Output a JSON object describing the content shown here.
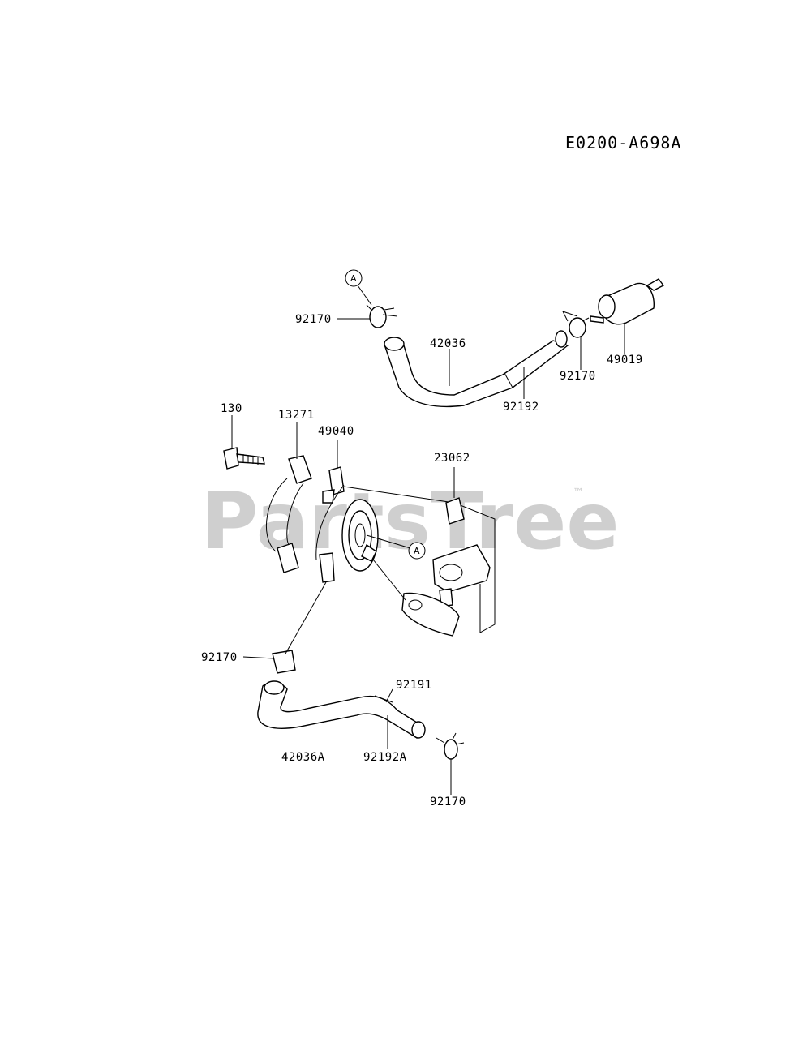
{
  "diagram_code": "E0200-A698A",
  "watermark": "PartsTree",
  "watermark_mark": "™",
  "reference_marker": "A",
  "callouts": {
    "clamp_top_left": "92170",
    "hose_top": "42036",
    "clamp_top_right": "92170",
    "filter": "49019",
    "sleeve_top": "92192",
    "bolt": "130",
    "bracket_clip": "13271",
    "fuel_pump": "49040",
    "nut": "23062",
    "clamp_left": "92170",
    "sleeve_bottom_a": "92191",
    "hose_bottom": "42036A",
    "sleeve_bottom_b": "92192A",
    "clamp_bottom": "92170"
  }
}
